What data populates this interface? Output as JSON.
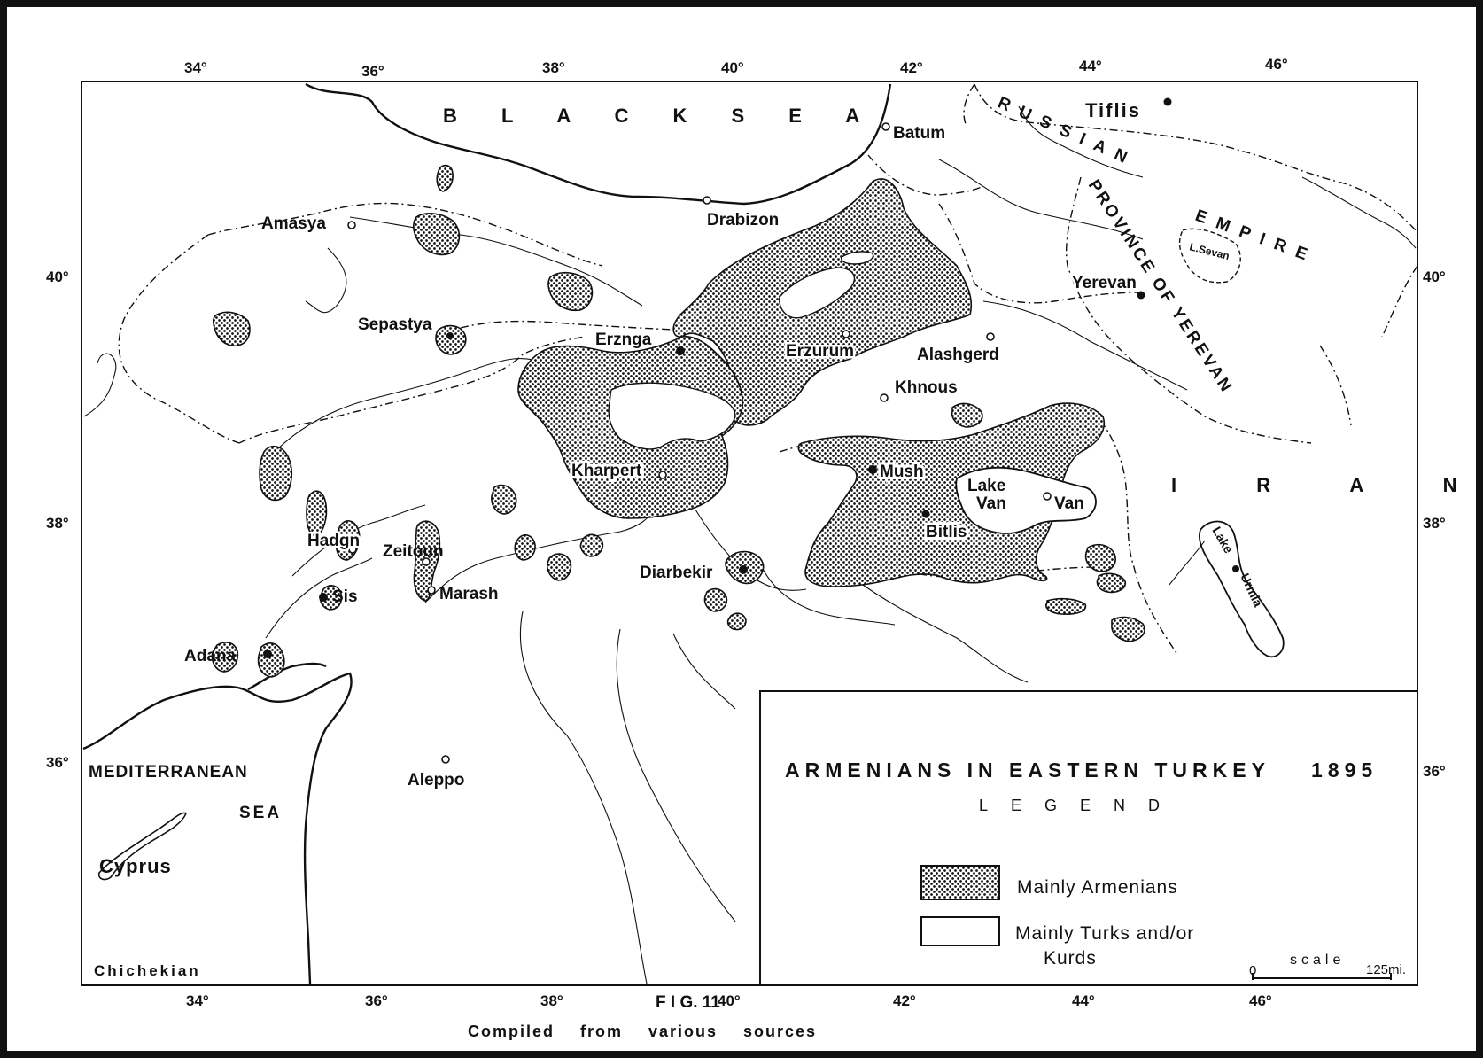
{
  "map": {
    "seas": {
      "black_sea": "B L A C K S E A",
      "mediterranean": "MEDITERRANEAN",
      "mediterranean_sea": "SEA"
    },
    "regions": {
      "russian_empire_1": "RUSSIAN",
      "russian_empire_2": "EMPIRE",
      "province": "PROVINCE OF YEREVAN",
      "iran": "I R A N"
    },
    "cities": {
      "batum": "Batum",
      "tiflis": "Tiflis",
      "amasya": "Amasya",
      "drabizon": "Drabizon",
      "sepastya": "Sepastya",
      "erznga": "Erznga",
      "erzurum": "Erzurum",
      "alashgerd": "Alashgerd",
      "khnous": "Khnous",
      "yerevan": "Yerevan",
      "kharpert": "Kharpert",
      "mush": "Mush",
      "bitlis": "Bitlis",
      "van": "Van",
      "hadgn": "Hadgn",
      "zeitoun": "Zeitoun",
      "sis": "Sis",
      "marash": "Marash",
      "diarbekir": "Diarbekir",
      "adana": "Adana",
      "aleppo": "Aleppo",
      "cyprus": "Cyprus"
    },
    "lakes": {
      "lake_van_1": "Lake",
      "lake_van_2": "Van",
      "lake_sevan": "L.Sevan",
      "lake_urmia_1": "Lake",
      "lake_urmia_2": "Urmia"
    },
    "top_ticks": [
      "34°",
      "36°",
      "38°",
      "40°",
      "42°",
      "44°",
      "46°"
    ],
    "bottom_ticks": [
      "34°",
      "36°",
      "38°",
      "40°",
      "42°",
      "44°",
      "46°"
    ],
    "left_ticks": [
      "40°",
      "38°",
      "36°"
    ],
    "right_ticks": [
      "40°",
      "38°",
      "36°"
    ],
    "author": "Chichekian",
    "figure": "F I G. 11",
    "compiled": "Compiled from various sources"
  },
  "legend": {
    "title": "ARMENIANS IN EASTERN TURKEY",
    "year": "1895",
    "subtitle": "LEGEND",
    "item_armenians": "Mainly Armenians",
    "item_turks_1": "Mainly Turks and/or",
    "item_turks_2": "Kurds",
    "scale_label": "scale",
    "scale_zero": "0",
    "scale_max": "125mi."
  },
  "colors": {
    "ink": "#111111",
    "paper": "#ffffff"
  }
}
